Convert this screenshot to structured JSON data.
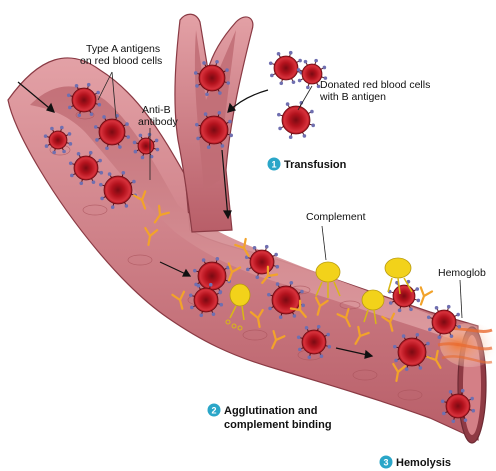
{
  "labels": {
    "type_a_line1": "Type A antigens",
    "type_a_line2": "on red blood cells",
    "anti_b_line1": "Anti-B",
    "anti_b_line2": "antibody",
    "donated_line1": "Donated red blood cells",
    "donated_line2": "with B antigen",
    "complement": "Complement",
    "hemoglobin": "Hemoglob"
  },
  "steps": [
    {
      "number": "1",
      "text": "Transfusion"
    },
    {
      "number": "2",
      "text_line1": "Agglutination and",
      "text_line2": "complement binding"
    },
    {
      "number": "3",
      "text": "Hemolysis"
    }
  ],
  "colors": {
    "vessel_wall": "#c9727a",
    "vessel_inner": "#b85e68",
    "vessel_lumen": "#d98d92",
    "red_cell": "#b3121d",
    "antigen": "#6f6fb0",
    "antibody": "#f2a32a",
    "complement": "#f2d21a",
    "step_badge": "#2aa6c8",
    "hemoglobin": "#e0552a"
  }
}
